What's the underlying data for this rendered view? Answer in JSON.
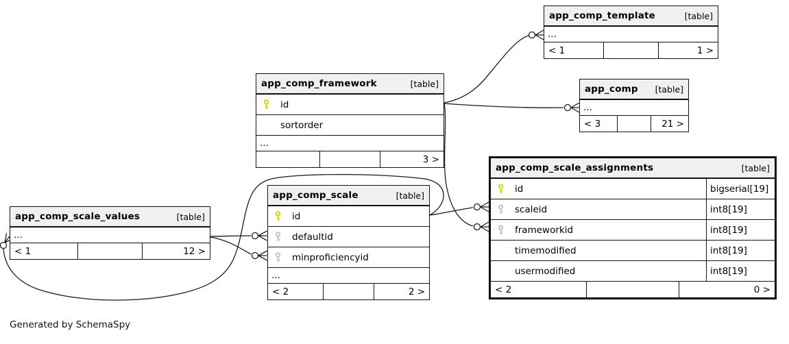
{
  "app": {
    "credit": "Generated by SchemaSpy"
  },
  "colors": {
    "primary_key": "#d9d900",
    "foreign_key": "#c3c3c3",
    "header_bg": "#f0f0f0",
    "border": "#111111",
    "edge": "#1a1a1a"
  },
  "tables": [
    {
      "name": "app_comp_template",
      "tag": "[table]",
      "columns": [
        {
          "key": "none",
          "name": "...",
          "type": ""
        }
      ],
      "footer": {
        "left": "< 1",
        "center": "",
        "right": "1 >"
      }
    },
    {
      "name": "app_comp",
      "tag": "[table]",
      "columns": [
        {
          "key": "none",
          "name": "...",
          "type": ""
        }
      ],
      "footer": {
        "left": "< 3",
        "center": "",
        "right": "21 >"
      }
    },
    {
      "name": "app_comp_framework",
      "tag": "[table]",
      "columns": [
        {
          "key": "primary",
          "name": "id",
          "type": ""
        },
        {
          "key": "none",
          "name": "sortorder",
          "type": ""
        },
        {
          "key": "none",
          "name": "...",
          "type": ""
        }
      ],
      "footer": {
        "left": "",
        "center": "",
        "right": "3 >"
      }
    },
    {
      "name": "app_comp_scale_assignments",
      "tag": "[table]",
      "columns": [
        {
          "key": "primary",
          "name": "id",
          "type": "bigserial[19]"
        },
        {
          "key": "foreign",
          "name": "scaleid",
          "type": "int8[19]"
        },
        {
          "key": "foreign",
          "name": "frameworkid",
          "type": "int8[19]"
        },
        {
          "key": "none",
          "name": "timemodified",
          "type": "int8[19]"
        },
        {
          "key": "none",
          "name": "usermodified",
          "type": "int8[19]"
        }
      ],
      "footer": {
        "left": "< 2",
        "center": "",
        "right": "0 >"
      }
    },
    {
      "name": "app_comp_scale",
      "tag": "[table]",
      "columns": [
        {
          "key": "primary",
          "name": "id",
          "type": ""
        },
        {
          "key": "foreign",
          "name": "defaultid",
          "type": ""
        },
        {
          "key": "foreign",
          "name": "minproficiencyid",
          "type": ""
        },
        {
          "key": "none",
          "name": "...",
          "type": ""
        }
      ],
      "footer": {
        "left": "< 2",
        "center": "",
        "right": "2 >"
      }
    },
    {
      "name": "app_comp_scale_values",
      "tag": "[table]",
      "columns": [
        {
          "key": "none",
          "name": "...",
          "type": ""
        }
      ],
      "footer": {
        "left": "< 1",
        "center": "",
        "right": "12 >"
      }
    }
  ],
  "relationships": [
    {
      "from": "app_comp_framework.id",
      "to": "app_comp_template"
    },
    {
      "from": "app_comp_framework.id",
      "to": "app_comp"
    },
    {
      "from": "app_comp_framework.id",
      "to": "app_comp_scale_assignments.frameworkid"
    },
    {
      "from": "app_comp_scale.id",
      "to": "app_comp_scale_assignments.scaleid"
    },
    {
      "from": "app_comp_scale_values",
      "to": "app_comp_scale.defaultid"
    },
    {
      "from": "app_comp_scale_values",
      "to": "app_comp_scale.minproficiencyid"
    },
    {
      "from": "app_comp_scale.id",
      "to": "app_comp_scale_values"
    }
  ]
}
